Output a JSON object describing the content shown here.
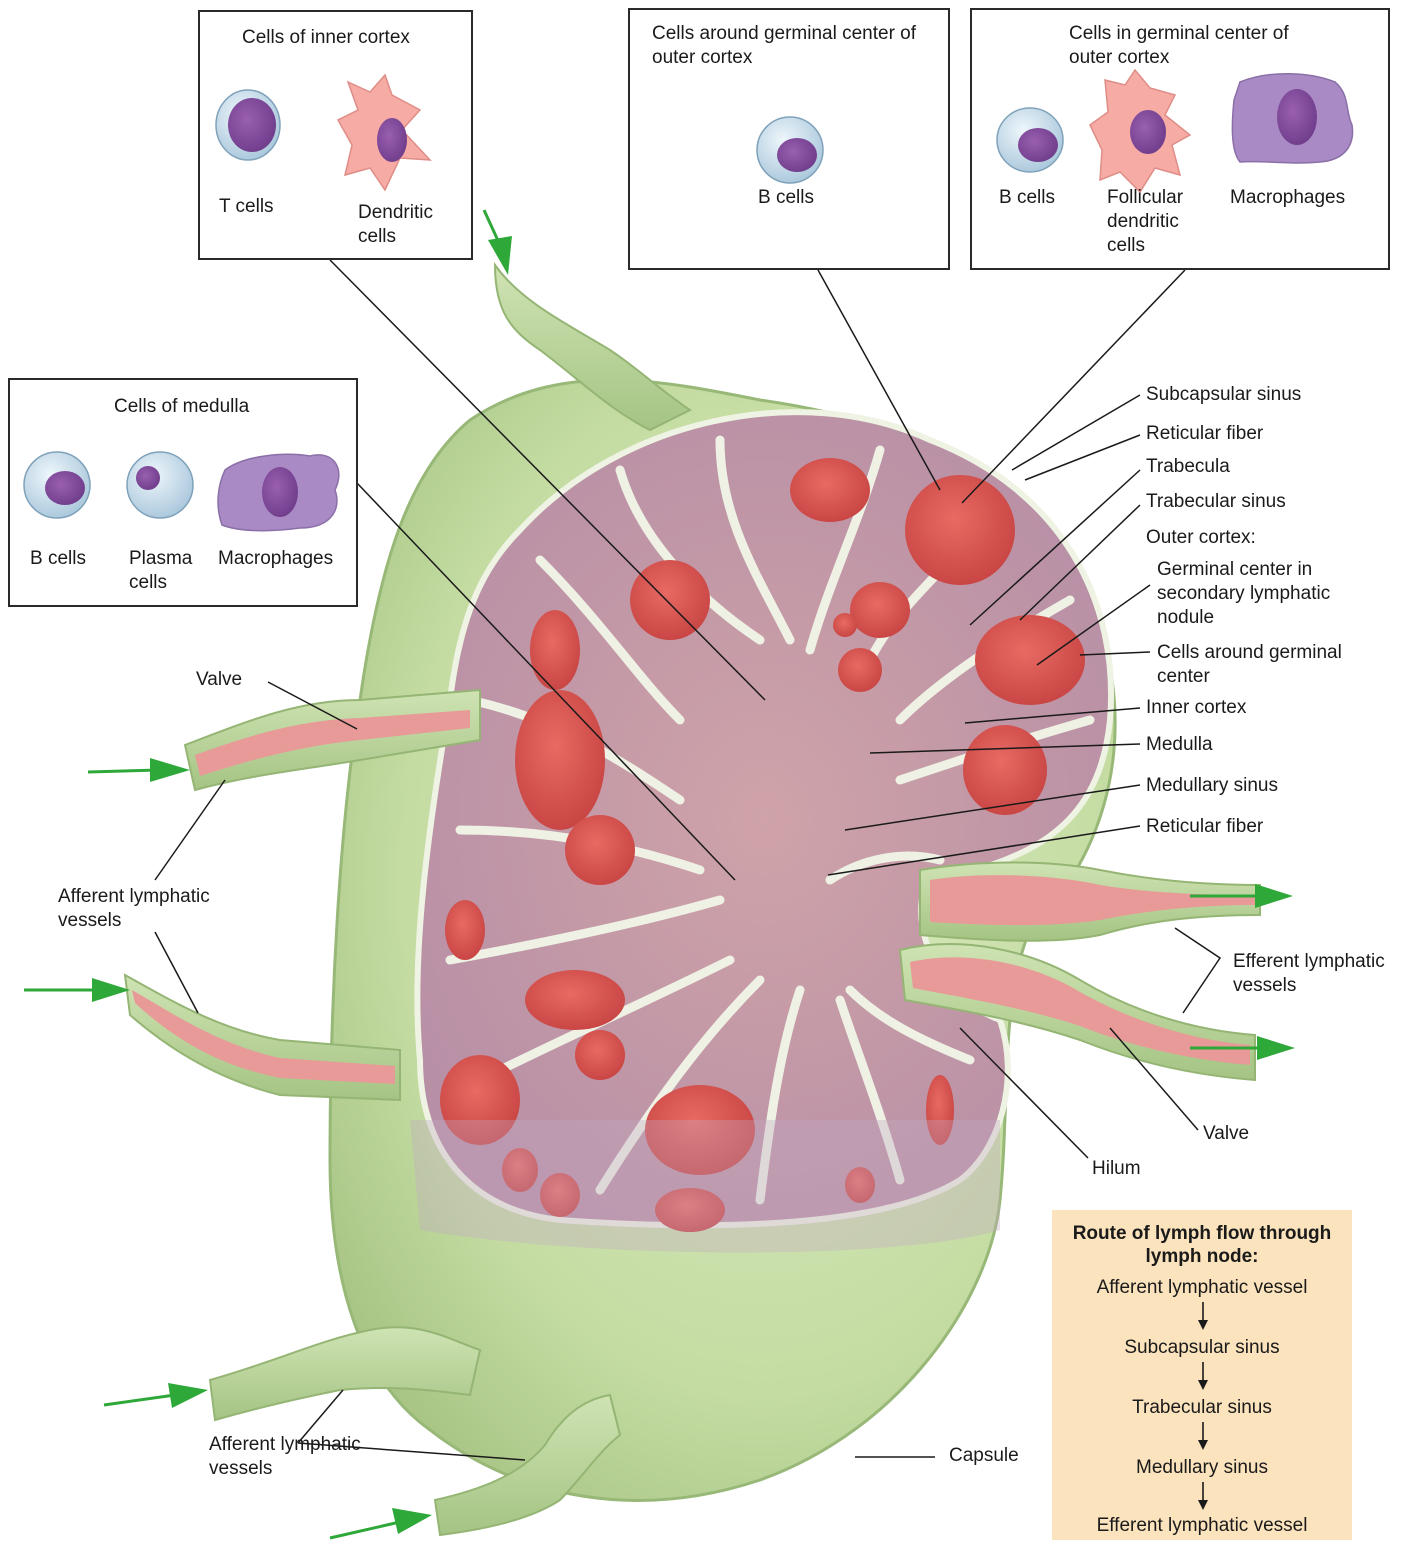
{
  "boxes": {
    "inner_cortex": {
      "title": "Cells of inner cortex",
      "cells": [
        "T cells",
        "Dendritic cells"
      ]
    },
    "around_germinal": {
      "title": "Cells around germinal center of outer cortex",
      "cells": [
        "B cells"
      ]
    },
    "in_germinal": {
      "title": "Cells in germinal center of outer cortex",
      "cells": [
        "B cells",
        "Follicular dendritic cells",
        "Macrophages"
      ]
    },
    "medulla": {
      "title": "Cells of medulla",
      "cells": [
        "B cells",
        "Plasma cells",
        "Macrophages"
      ]
    }
  },
  "labels": {
    "subcapsular_sinus": "Subcapsular sinus",
    "reticular_fiber_top": "Reticular fiber",
    "trabecula": "Trabecula",
    "trabecular_sinus": "Trabecular sinus",
    "outer_cortex": "Outer cortex:",
    "germinal_center": "Germinal center in secondary lymphatic nodule",
    "cells_around_germinal": "Cells around germinal center",
    "inner_cortex": "Inner cortex",
    "medulla": "Medulla",
    "medullary_sinus": "Medullary sinus",
    "reticular_fiber_bottom": "Reticular fiber",
    "valve_left": "Valve",
    "afferent_left": "Afferent lymphatic vessels",
    "efferent": "Efferent lymphatic vessels",
    "valve_right": "Valve",
    "hilum": "Hilum",
    "afferent_bottom": "Afferent lymphatic vessels",
    "capsule": "Capsule"
  },
  "route": {
    "title": "Route of lymph flow through lymph node:",
    "steps": [
      "Afferent lymphatic vessel",
      "Subcapsular sinus",
      "Trabecular sinus",
      "Medullary sinus",
      "Efferent lymphatic vessel"
    ]
  },
  "colors": {
    "capsule": "#c9dfa8",
    "capsule_dark": "#a9c98a",
    "vessel_inner": "#e79a97",
    "nodule": "#d9504e",
    "tissue": "#c99ab0",
    "arrow": "#2fa83a",
    "route_bg": "#fbe3bd"
  }
}
